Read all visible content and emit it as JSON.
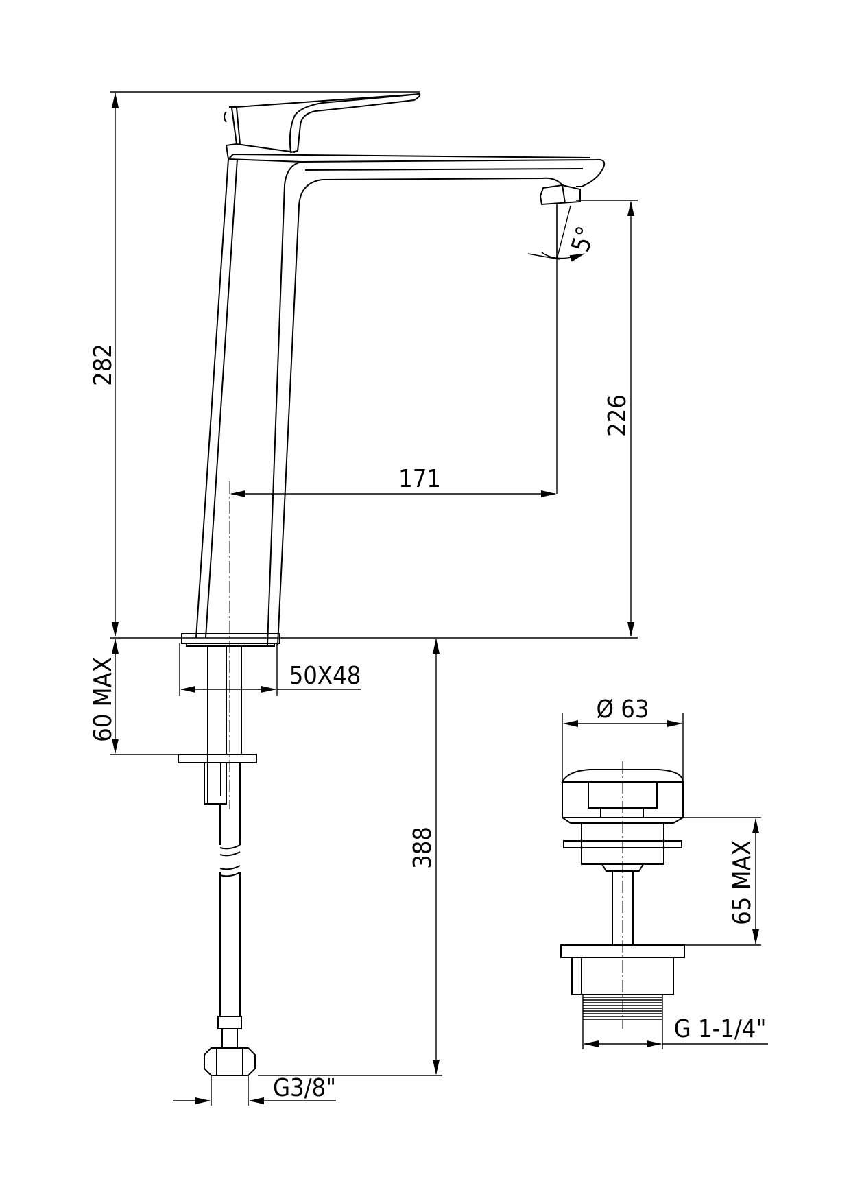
{
  "dimensions": {
    "total_height": "282",
    "spout_height": "226",
    "spout_reach": "171",
    "spout_angle": "5°",
    "deck_thickness": "60 MAX",
    "base_size": "50X48",
    "hose_length": "388",
    "hose_connection": "G3/8\"",
    "waste_diameter": "Ø 63",
    "waste_thickness": "65 MAX",
    "waste_thread": "G  1-1/4\""
  }
}
